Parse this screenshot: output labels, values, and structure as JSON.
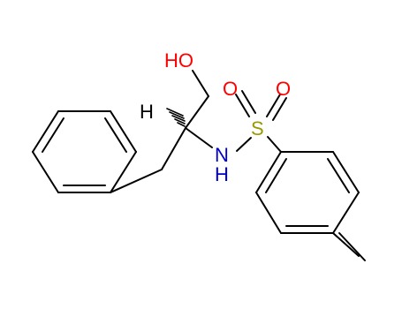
{
  "structure": {
    "atoms": {
      "hydroxyl": "HO",
      "stereo_hydrogen": "H",
      "amine_n": "N",
      "amine_h": "H",
      "sulfur": "S",
      "oxygen_1": "O",
      "oxygen_2": "O"
    },
    "colors": {
      "bond": "#000000",
      "oxygen": "#ff0000",
      "nitrogen": "#0000cc",
      "sulfur": "#999900"
    }
  }
}
